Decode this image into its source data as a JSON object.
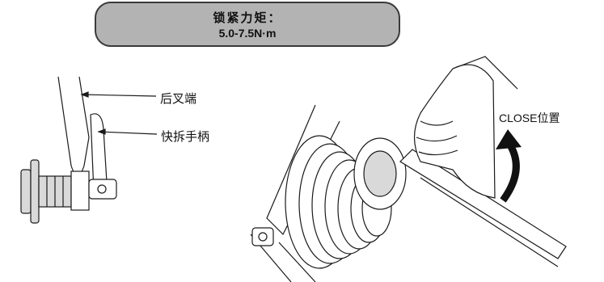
{
  "torque_box": {
    "title": "锁紧力矩：",
    "value": "5.0-7.5N·m"
  },
  "labels": {
    "dropout": "后叉端",
    "quick_release_lever": "快拆手柄",
    "close_position": "CLOSE位置"
  },
  "icons": {
    "rotate_arrow": "curved-arrow-icon"
  },
  "colors": {
    "box_fill": "#b3b3b3",
    "box_border": "#3a3a3a",
    "line": "#1a1a1a",
    "part_fill": "#d9d9d9",
    "arrow": "#111111"
  }
}
